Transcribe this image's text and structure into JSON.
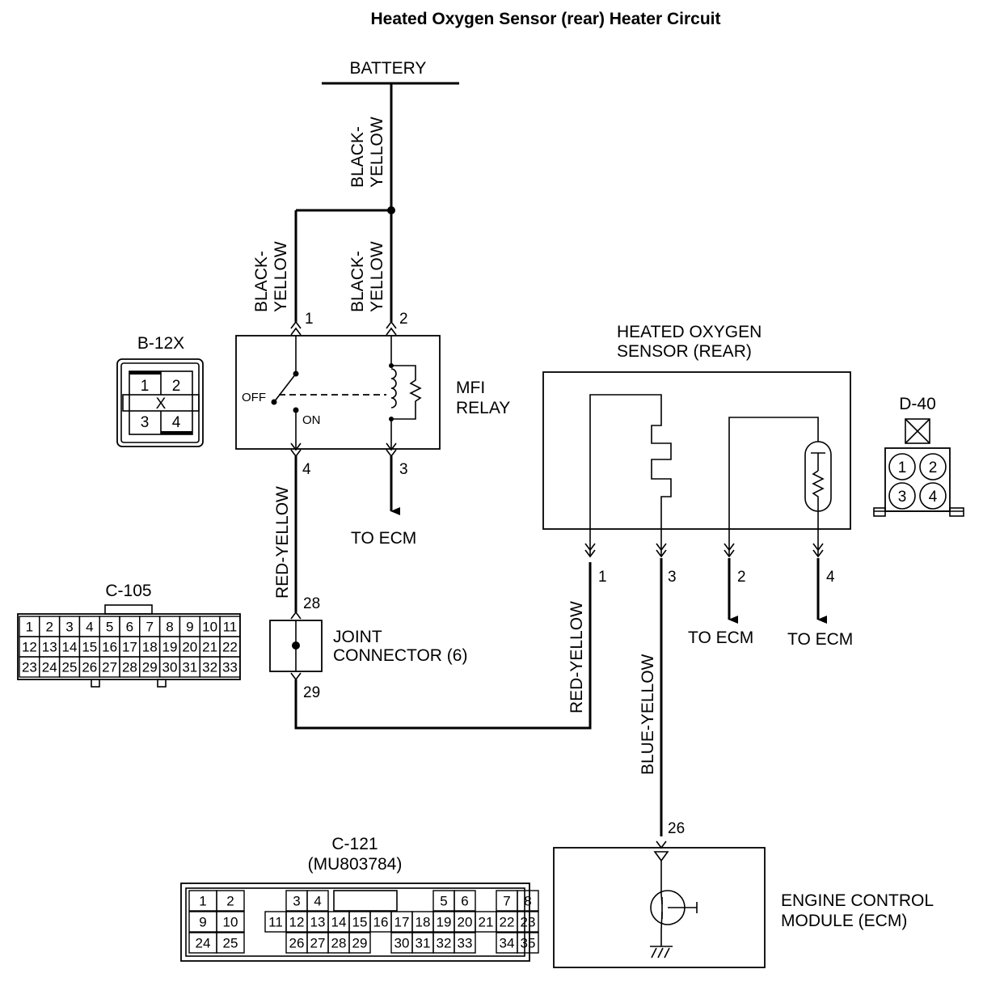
{
  "title": "Heated Oxygen Sensor (rear) Heater Circuit",
  "battery": "BATTERY",
  "wires": {
    "bat_main": [
      "BLACK-",
      "YELLOW"
    ],
    "relay_1": [
      "BLACK-",
      "YELLOW"
    ],
    "relay_2": [
      "BLACK-",
      "YELLOW"
    ],
    "relay_4": "RED-YELLOW",
    "sensor_1": "RED-YELLOW",
    "sensor_3": "BLUE-YELLOW"
  },
  "relay": {
    "name": [
      "MFI",
      "RELAY"
    ],
    "off": "OFF",
    "on": "ON",
    "pins": {
      "p1": "1",
      "p2": "2",
      "p3": "3",
      "p4": "4"
    },
    "to_ecm": "TO ECM"
  },
  "b12x": {
    "name": "B-12X",
    "pins": [
      "1",
      "2",
      "3",
      "4"
    ],
    "x": "X"
  },
  "d40": {
    "name": "D-40",
    "pins": [
      "1",
      "2",
      "3",
      "4"
    ]
  },
  "sensor": {
    "name": [
      "HEATED OXYGEN",
      "SENSOR (REAR)"
    ],
    "pins": {
      "p1": "1",
      "p3": "3",
      "p2": "2",
      "p4": "4"
    },
    "to_ecm_a": "TO ECM",
    "to_ecm_b": "TO ECM"
  },
  "joint": {
    "name": [
      "JOINT",
      "CONNECTOR (6)"
    ],
    "pin_in": "28",
    "pin_out": "29"
  },
  "c105": {
    "name": "C-105",
    "rows": [
      [
        "1",
        "2",
        "3",
        "4",
        "5",
        "6",
        "7",
        "8",
        "9",
        "10",
        "11"
      ],
      [
        "12",
        "13",
        "14",
        "15",
        "16",
        "17",
        "18",
        "19",
        "20",
        "21",
        "22"
      ],
      [
        "23",
        "24",
        "25",
        "26",
        "27",
        "28",
        "29",
        "30",
        "31",
        "32",
        "33"
      ]
    ]
  },
  "c121": {
    "name": "C-121",
    "part": "(MU803784)",
    "rows": [
      [
        "1",
        "2",
        "3",
        "4",
        "5",
        "6",
        "7",
        "8"
      ],
      [
        "9",
        "10",
        "11",
        "12",
        "13",
        "14",
        "15",
        "16",
        "17",
        "18",
        "19",
        "20",
        "21",
        "22",
        "23"
      ],
      [
        "24",
        "25",
        "26",
        "27",
        "28",
        "29",
        "30",
        "31",
        "32",
        "33",
        "34",
        "35"
      ]
    ]
  },
  "ecm": {
    "name": [
      "ENGINE CONTROL",
      "MODULE (ECM)"
    ],
    "pin": "26"
  }
}
